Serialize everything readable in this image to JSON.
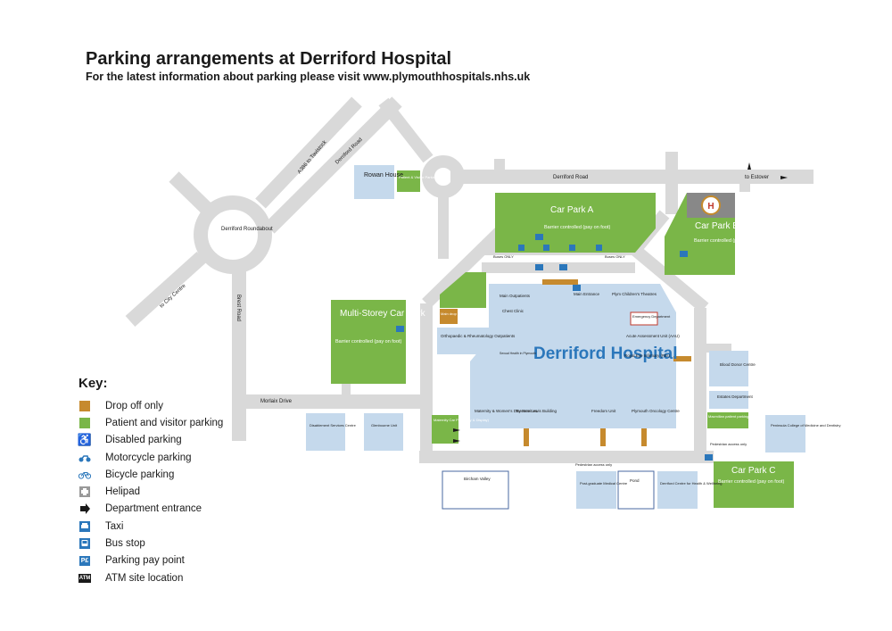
{
  "header": {
    "title": "Parking arrangements at Derriford Hospital",
    "subtitle": "For the latest information about parking please visit www.plymouthhospitals.nhs.uk"
  },
  "colors": {
    "road": "#d9d9d9",
    "building": "#c5d9ec",
    "parking": "#7ab648",
    "dropoff": "#c68a2e",
    "hospital_text": "#2b77bb",
    "key_blue": "#2b77bb"
  },
  "roads": {
    "derriford_road_top": "Derriford Road",
    "to_estover": "to Estover",
    "a386": "A386 to Tavistock",
    "derriford_road_diag": "Derriford Road",
    "roundabout": "Derriford Roundabout",
    "to_city": "to City Centre",
    "brest_road": "Brest Road",
    "morlaix_drive": "Morlaix Drive"
  },
  "car_parks": {
    "a": {
      "name": "Car Park A",
      "note": "Barrier controlled (pay on foot)"
    },
    "b": {
      "name": "Car Park B",
      "note": "Barrier controlled (pay on foot)"
    },
    "c": {
      "name": "Car Park C",
      "note": "Barrier controlled (pay on foot)"
    },
    "msc": {
      "name": "Multi-Storey Car Park",
      "note": "Barrier controlled (pay on foot)"
    },
    "patient_visitor": "Patient & Visitor Parking",
    "maternity": "Maternity Car Park (Pay & Display)",
    "macmillan": "Macmillan patient parking",
    "main_drop": "Main drop off"
  },
  "buildings": {
    "rowan_house": "Rowan House",
    "hospital": "Derriford Hospital",
    "main_outpatients": "Main Outpatients",
    "chest_clinic": "Chest Clinic",
    "main_entrance": "Main Entrance",
    "plym": "Plym Children's Theatres",
    "emergency": "Emergency Department",
    "aau": "Acute Assessment Unit (AAU)",
    "rei": "Royal Eye Infirmary (REI)",
    "ortho": "Orthopaedic & Rheumatology Outpatients",
    "sexual_health": "Sexual Health in Plymouth",
    "maternity_services": "Maternity & Women's Day Services",
    "terence": "Terence Lewis Building",
    "freedom": "Freedom Unit",
    "oncology": "Plymouth Oncology Centre",
    "blood_donor": "Blood Donor Centre",
    "estates": "Estates Department",
    "peninsula": "Peninsula College of Medicine and Dentistry",
    "disablement": "Disablement Services Centre",
    "glenbourne": "Glenbourne Unit",
    "birchams": "Bircham Valley",
    "postgrad": "Post-graduate Medical Centre",
    "pond": "Pond",
    "health_wellbeing": "Derriford Centre for Health & Wellbeing"
  },
  "misc": {
    "buses_only_1": "Buses ONLY",
    "buses_only_2": "Buses ONLY",
    "ped_access_1": "Pedestrian access only",
    "ped_access_2": "Pedestrian access only",
    "pe": "P£",
    "atm": "ATM"
  },
  "key": {
    "title": "Key:",
    "items": [
      {
        "label": "Drop off only",
        "icon": "dropoff-swatch"
      },
      {
        "label": "Patient and visitor parking",
        "icon": "parking-swatch"
      },
      {
        "label": "Disabled parking",
        "icon": "wheelchair-icon"
      },
      {
        "label": "Motorcycle parking",
        "icon": "motorcycle-icon"
      },
      {
        "label": "Bicycle parking",
        "icon": "bicycle-icon"
      },
      {
        "label": "Helipad",
        "icon": "helipad-icon"
      },
      {
        "label": "Department entrance",
        "icon": "entrance-arrow-icon"
      },
      {
        "label": "Taxi",
        "icon": "taxi-icon"
      },
      {
        "label": "Bus stop",
        "icon": "bus-icon"
      },
      {
        "label": "Parking pay point",
        "icon": "paypoint-icon"
      },
      {
        "label": "ATM site location",
        "icon": "atm-icon"
      }
    ]
  }
}
